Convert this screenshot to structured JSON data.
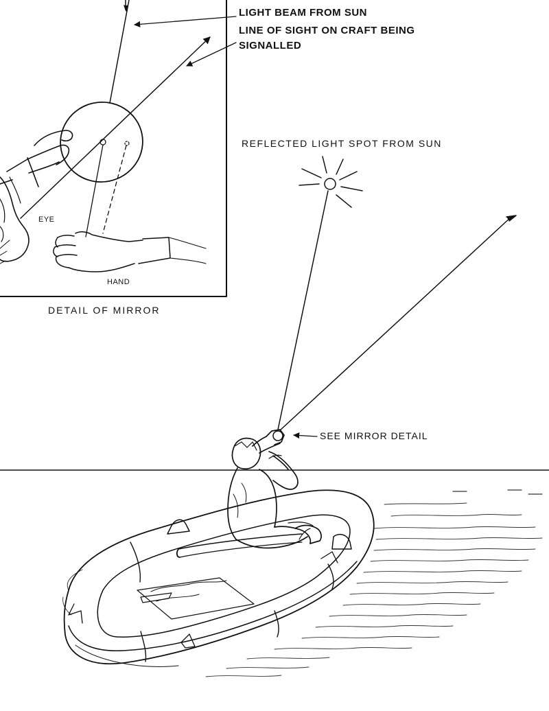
{
  "labels": {
    "light_beam": "LIGHT BEAM FROM SUN",
    "line_of_sight_1": "LINE OF SIGHT ON CRAFT BEING",
    "line_of_sight_2": "SIGNALLED",
    "reflected_spot": "REFLECTED LIGHT SPOT FROM SUN",
    "eye": "EYE",
    "hand": "HAND",
    "detail_caption": "DETAIL OF MIRROR",
    "see_detail": "SEE MIRROR DETAIL"
  },
  "colors": {
    "ink": "#111111",
    "paper": "#ffffff"
  }
}
